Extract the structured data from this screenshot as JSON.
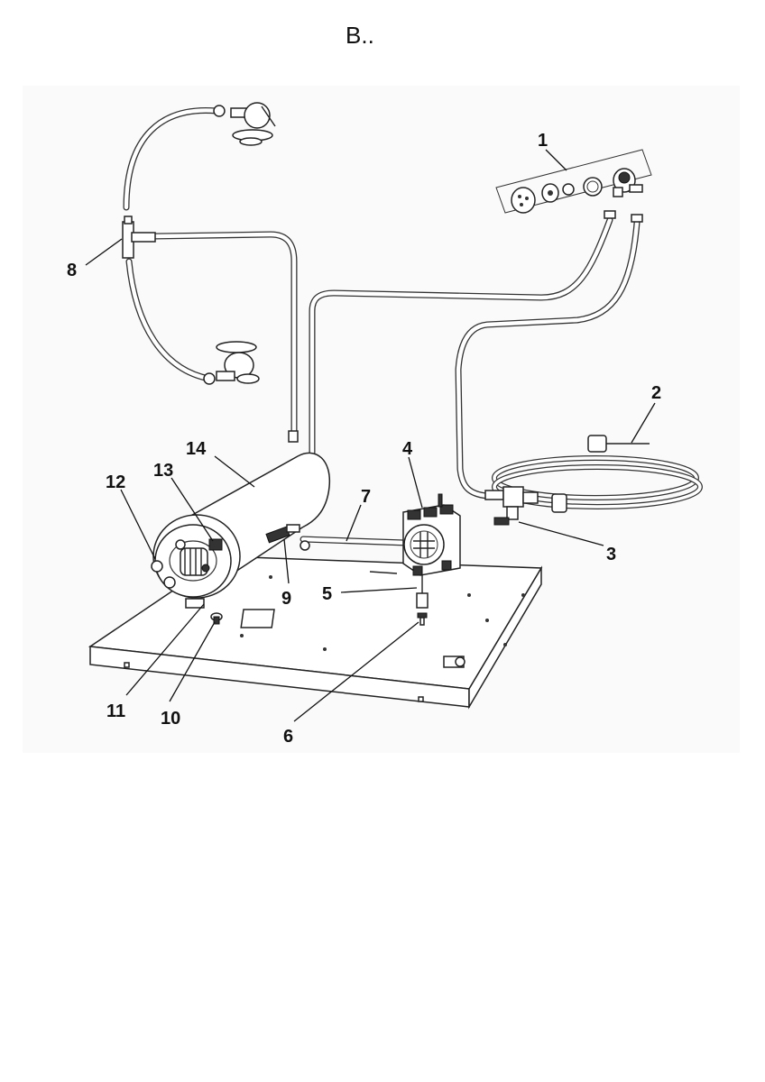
{
  "heading": "B..",
  "callouts": {
    "c1": "1",
    "c2": "2",
    "c3": "3",
    "c4": "4",
    "c5": "5",
    "c6": "6",
    "c7": "7",
    "c8": "8",
    "c9": "9",
    "c10": "10",
    "c11": "11",
    "c12": "12",
    "c13": "13",
    "c14": "14"
  },
  "colors": {
    "line": "#222222",
    "paper": "#ffffff",
    "halo": "#f2f2f2"
  }
}
